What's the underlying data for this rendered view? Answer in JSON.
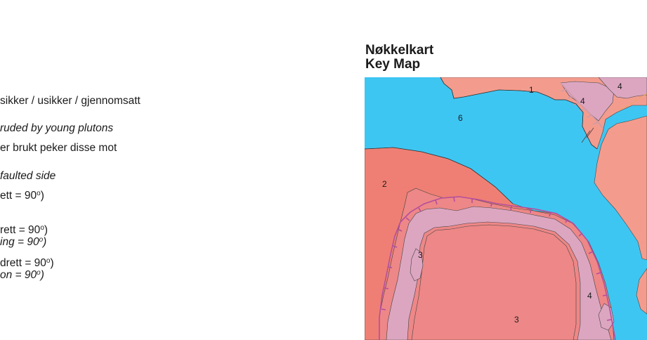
{
  "legend": {
    "lines": [
      {
        "id": "contact",
        "style": "normal",
        "text": "sikker / usikker / gjennomsatt"
      },
      {
        "id": "intruded",
        "style": "italic",
        "text": "ruded by young plutons"
      },
      {
        "id": "pointer",
        "style": "normal",
        "text": "er brukt peker disse mot"
      },
      {
        "id": "faulted",
        "style": "italic",
        "text": "faulted side"
      },
      {
        "id": "vertical-1",
        "style": "normal",
        "text": "ett = 90",
        "sup": "o",
        "tail": ")"
      },
      {
        "id": "vertical-2",
        "style": "normal",
        "text": "rett = 90",
        "sup": "o",
        "tail": ")"
      },
      {
        "id": "bedding",
        "style": "italic",
        "text": "ing = 90",
        "sup": "o",
        "tail": ")"
      },
      {
        "id": "vertical-3",
        "style": "normal",
        "text": "drett = 90",
        "sup": "o",
        "tail": ")"
      },
      {
        "id": "foliation",
        "style": "italic",
        "text": "on = 90",
        "sup": "o",
        "tail": ")"
      }
    ]
  },
  "key_map": {
    "title_no": "Nøkkelkart",
    "title_en": "Key Map",
    "units": [
      "1",
      "4",
      "4",
      "6",
      "2",
      "3",
      "3",
      "4"
    ],
    "colors": {
      "water": "#3ec6f2",
      "unit_1": "#f39c8e",
      "unit_2": "#ef7f74",
      "unit_3": "#ee8787",
      "unit_4": "#dca6c1",
      "thrust_line": "#b34f9c",
      "unit_1_fault": "#d09aa8",
      "fault_dashed": "#e8a46a"
    }
  }
}
